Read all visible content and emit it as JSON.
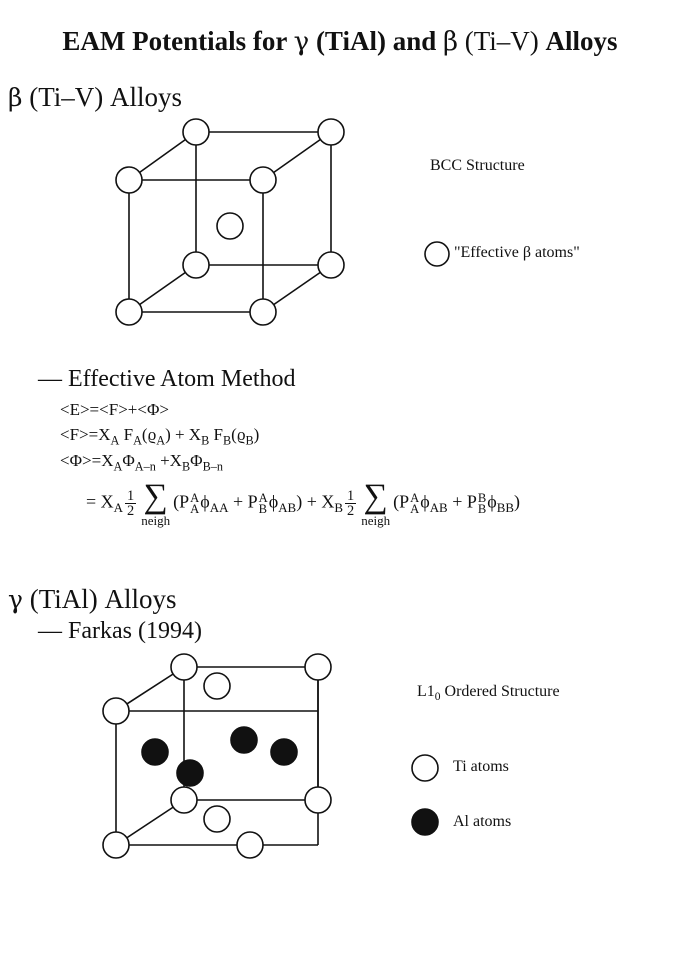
{
  "title": {
    "prefix": "EAM Potentials for ",
    "gamma": "γ",
    "mid": " (TiAl) and ",
    "beta": "β",
    "ti_v": " (Ti–V)",
    "suffix": " Alloys"
  },
  "beta_section": {
    "heading_symbol": "β",
    "heading_text": " (Ti–V) Alloys",
    "structure_label": "BCC Structure",
    "legend_text": "\"Effective β atoms\"",
    "method_heading": "— Effective Atom Method"
  },
  "equations": {
    "line1": "<E>=<F>+<Φ>",
    "line2": {
      "lhs": "<F>=X",
      "a": "A",
      "f": " F",
      "fa_sub": "A",
      "rho_a": "(ϱ",
      "rho_a_sub": "A",
      "close": ") + X",
      "b": "B",
      "fb": " F",
      "fb_sub": "B",
      "rho_b": "(ϱ",
      "rho_b_sub": "B",
      "end": ")"
    },
    "line3": {
      "lhs": "<Φ>=X",
      "a": "A",
      "phi": "Φ",
      "phi_a_sub": "A–n",
      "plus": " +X",
      "b": "B",
      "phi2": "Φ",
      "phi_b_sub": "B–n"
    },
    "line4": {
      "eq": "=  X",
      "a": "A",
      "num": "1",
      "den": "2",
      "sigma": "∑",
      "neigh": "neigh",
      "p1": "(P",
      "p1_sup": "A",
      "p1_sub": "A",
      "phi_aa": "ϕ",
      "phi_aa_sub": "AA",
      "plus1": " + P",
      "p2_sup": "A",
      "p2_sub": "B",
      "phi_ab": "ϕ",
      "phi_ab_sub": "AB",
      "close1": ") + X",
      "b": "B",
      "num2": "1",
      "den2": "2",
      "sigma2": "∑",
      "neigh2": "neigh",
      "p3": "(P",
      "p3_sup": "A",
      "p3_sub": "A",
      "phi_ab2": "ϕ",
      "phi_ab2_sub": "AB",
      "plus2": " + P",
      "p4_sup": "B",
      "p4_sub": "B",
      "phi_bb": "ϕ",
      "phi_bb_sub": "BB",
      "close2": ")"
    }
  },
  "gamma_section": {
    "heading_symbol": "γ",
    "heading_text": " (TiAl) Alloys",
    "author": "— Farkas (1994)",
    "structure_label_prefix": "L1",
    "structure_label_sub": "0",
    "structure_label_suffix": " Ordered Structure",
    "legend_ti": "Ti atoms",
    "legend_al": "Al atoms"
  },
  "colors": {
    "ink": "#111111",
    "paper": "#ffffff",
    "al_atom": "#111111",
    "ti_atom": "#ffffff"
  }
}
